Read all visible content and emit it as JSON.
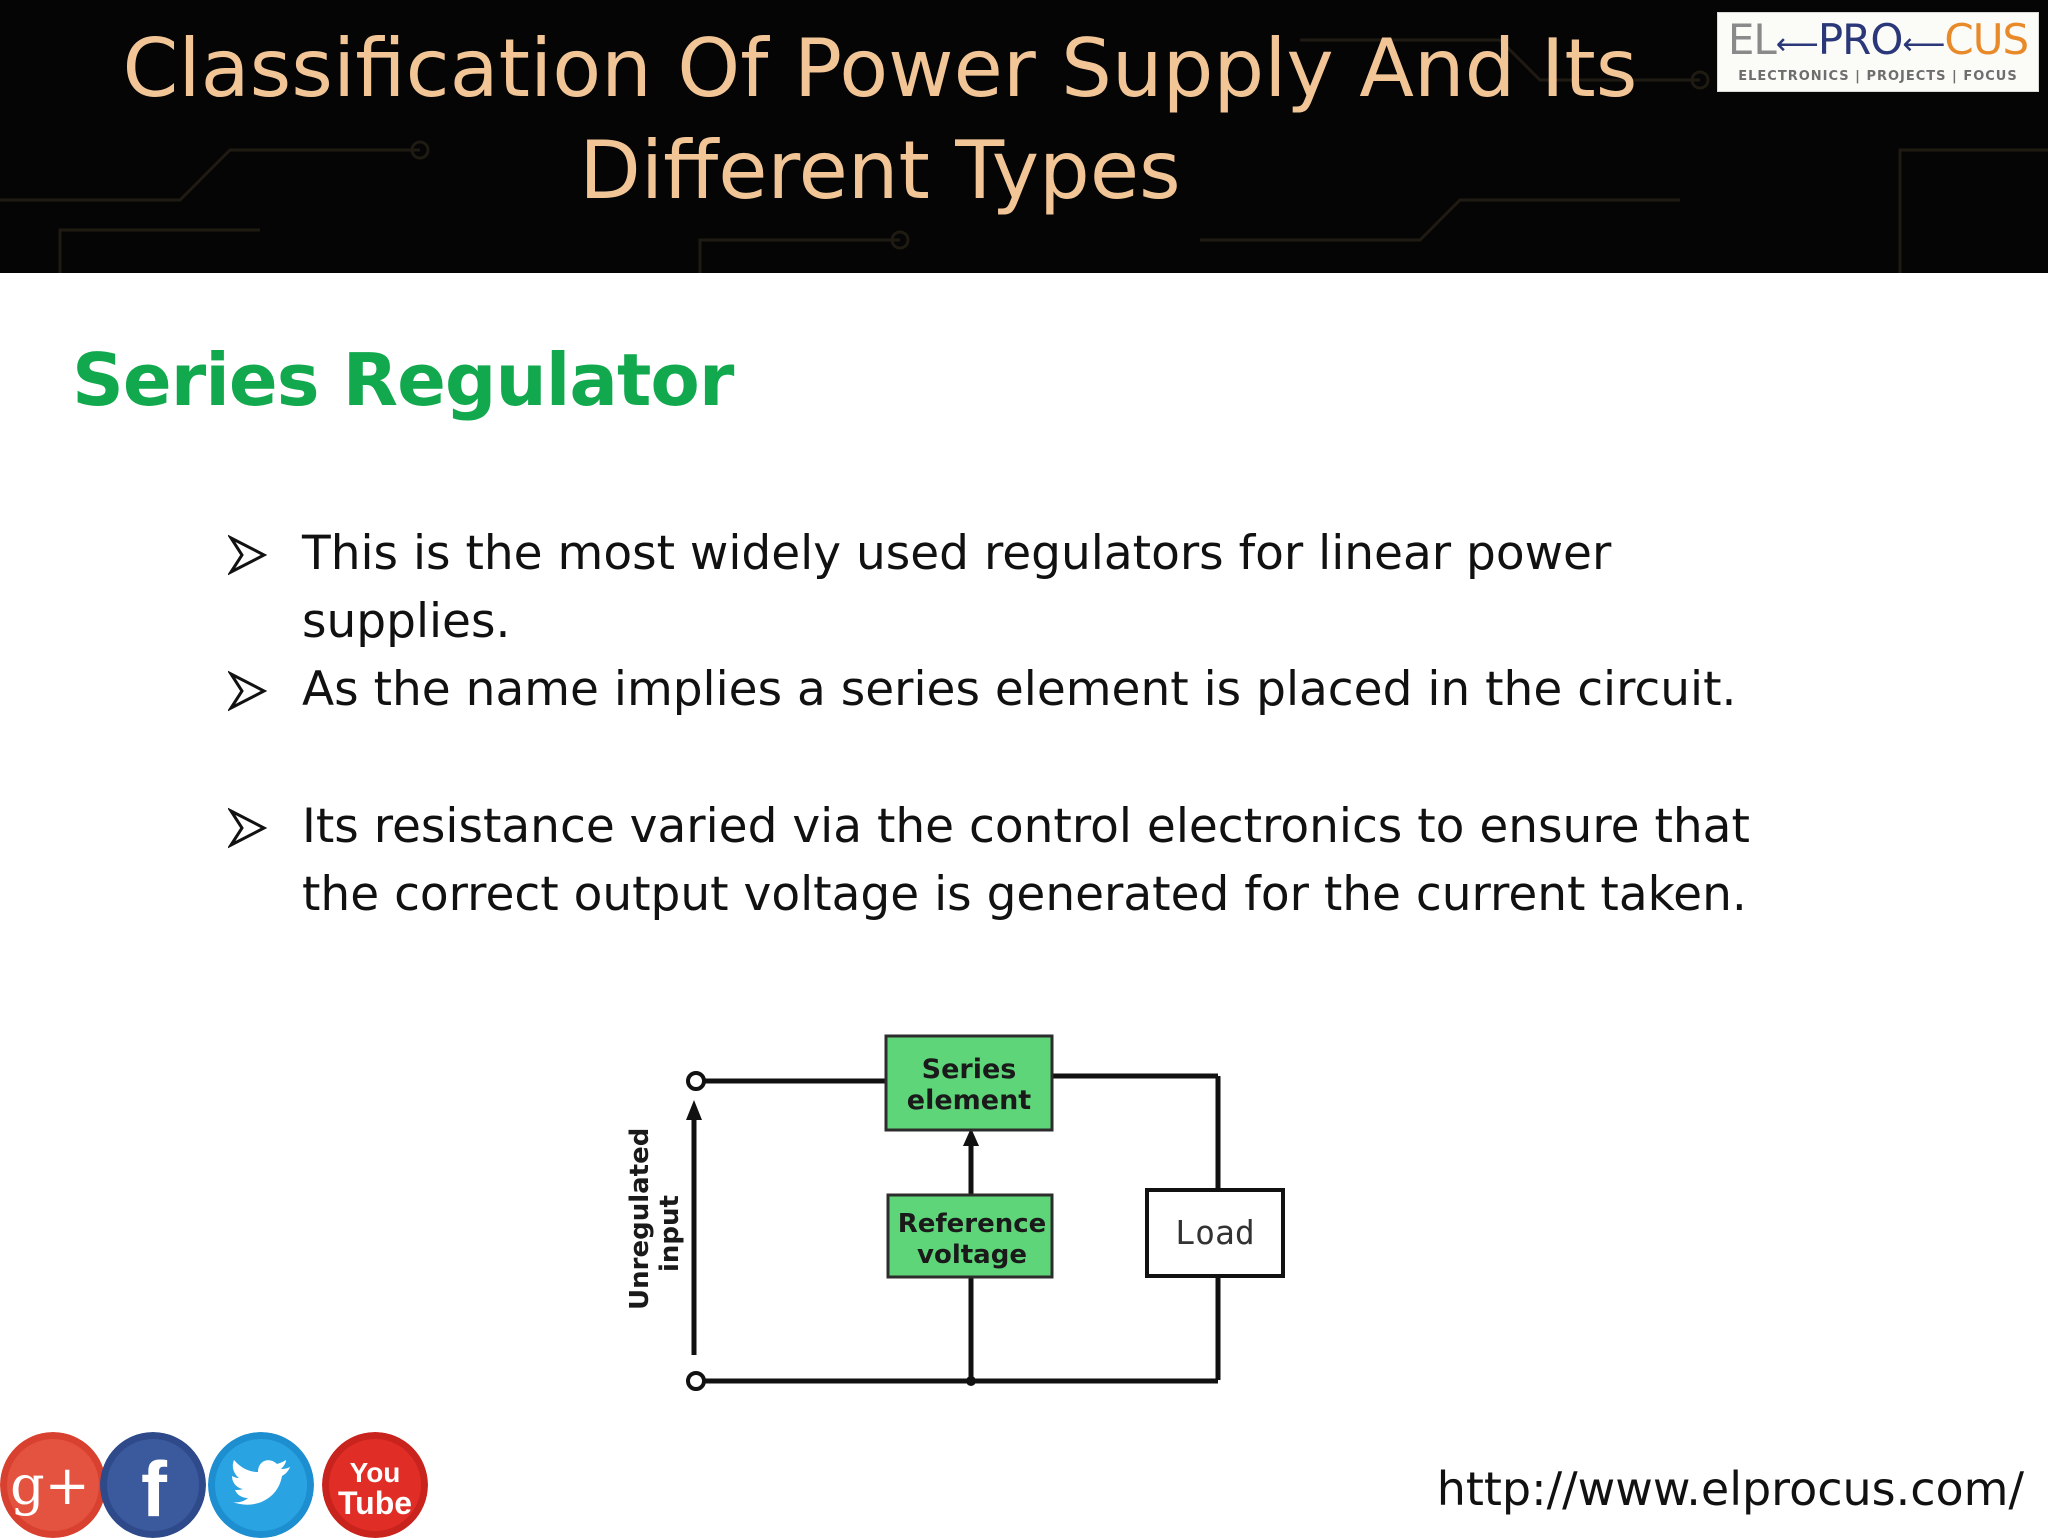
{
  "header": {
    "title_line1": "Classification Of Power Supply And Its",
    "title_line2": "Different Types",
    "logo": {
      "part_el": "EL",
      "part_pro": "PRO",
      "part_cus": "CUS",
      "tagline": "ELECTRONICS | PROJECTS | FOCUS"
    }
  },
  "section_title": "Series Regulator",
  "bullets": [
    "This is the most widely used regulators for linear power supplies.",
    "As the name implies a series element is placed in the circuit.",
    "Its resistance varied via the control electronics to ensure that the correct output voltage is generated for the current taken."
  ],
  "diagram": {
    "series_element_line1": "Series",
    "series_element_line2": "element",
    "reference_line1": "Reference",
    "reference_line2": "voltage",
    "load": "Load",
    "input_line1": "Unregulated",
    "input_line2": "input"
  },
  "social": {
    "googleplus": "g+",
    "facebook": "f",
    "youtube_line1": "You",
    "youtube_line2": "Tube"
  },
  "footer_url": "http://www.elprocus.com/",
  "colors": {
    "header_bg": "#050505",
    "title": "#f2c596",
    "section_title": "#12a94e",
    "box_green": "#5fd57a"
  }
}
